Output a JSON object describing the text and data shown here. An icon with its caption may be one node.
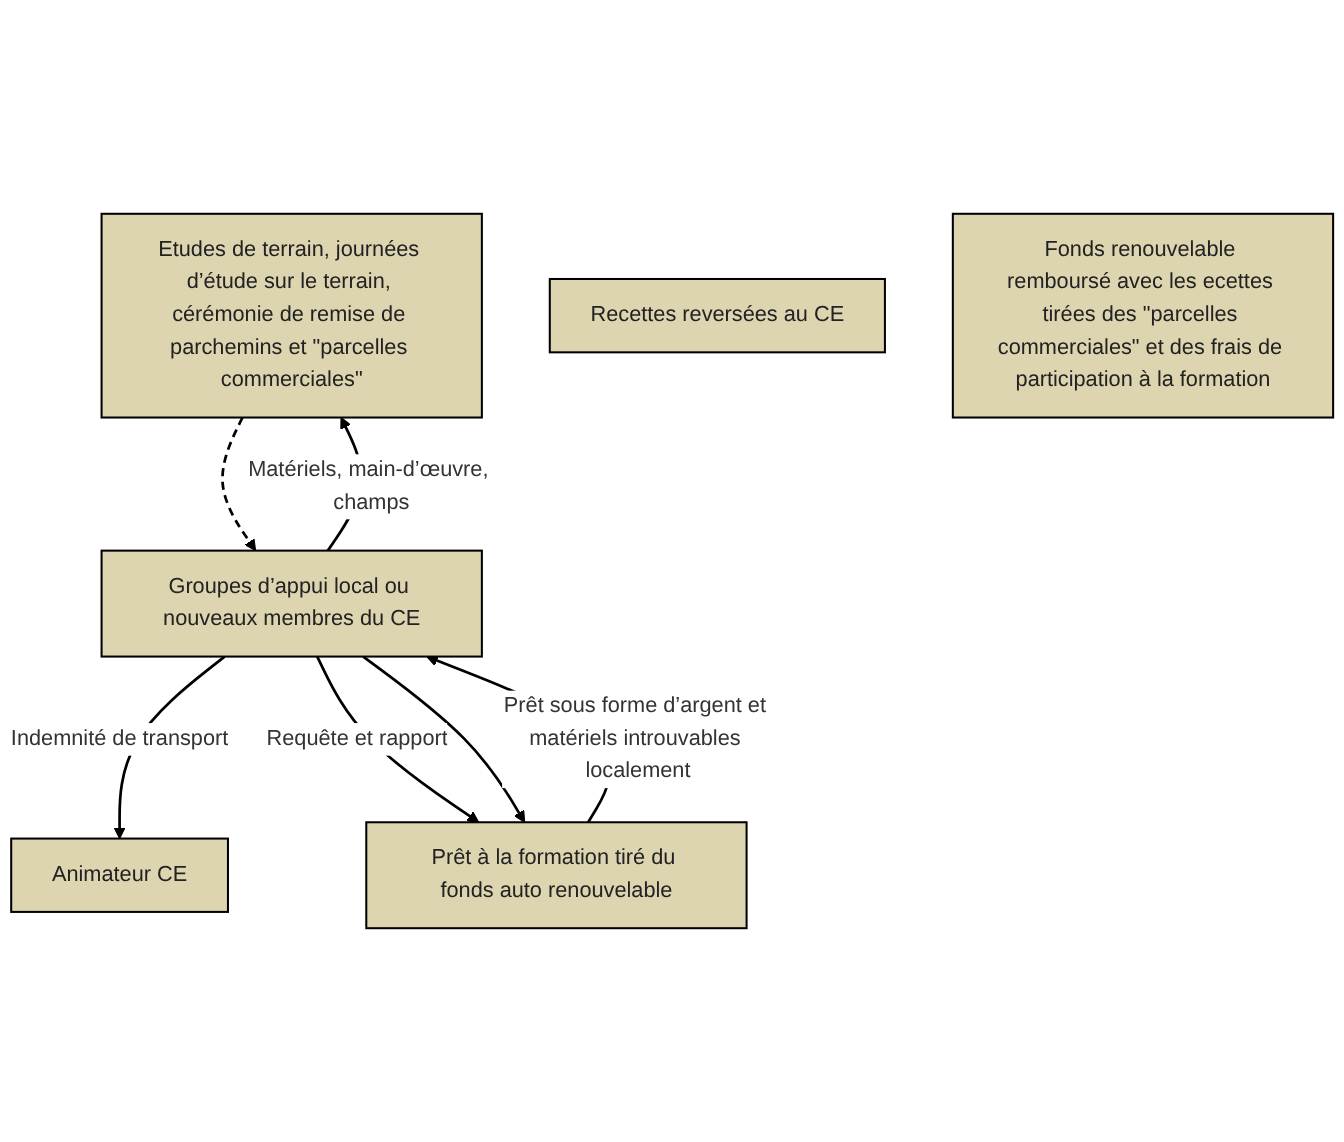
{
  "diagram": {
    "nodes": [
      {
        "text": [
          "Etudes de terrain, journées d’étude sur le terrain, cérémonie de remise de parchemins et \"parcelles commerciales\""
        ]
      },
      {
        "text": [
          "Animateur CE"
        ]
      },
      {
        "text": [
          "Groupes d’appui local ou nouveaux membres du CE"
        ]
      },
      {
        "text": [
          "Recettes reversées au CE"
        ]
      },
      {
        "text": [
          "Prêt à la formation tiré du fonds auto renouvelable"
        ]
      },
      {
        "text": [
          "Fonds renouvelable remboursé avec les ecettes tirées des \"parcelles commerciales\" et des frais de participation à la formation"
        ]
      }
    ],
    "edges": [
      {
        "from": 2,
        "to": 1,
        "arrow": "to",
        "label": "Indemnité de transport"
      },
      {
        "from": 2,
        "to": 0,
        "arrow": "to",
        "label": "Matériels, main-d’œuvre, champs"
      },
      {
        "from": 0,
        "to": 2,
        "arrow": "to",
        "style": "dashed"
      },
      {
        "from": 2,
        "to": 4,
        "arrow": "to",
        "label": "Requête et rapport"
      },
      {
        "from": 4,
        "to": 2,
        "arrow": "to",
        "label": "Prêt sous forme d’argent et matériels introuvables localement"
      },
      {
        "from": 2,
        "to": 4,
        "arrow": "to"
      }
    ]
  }
}
